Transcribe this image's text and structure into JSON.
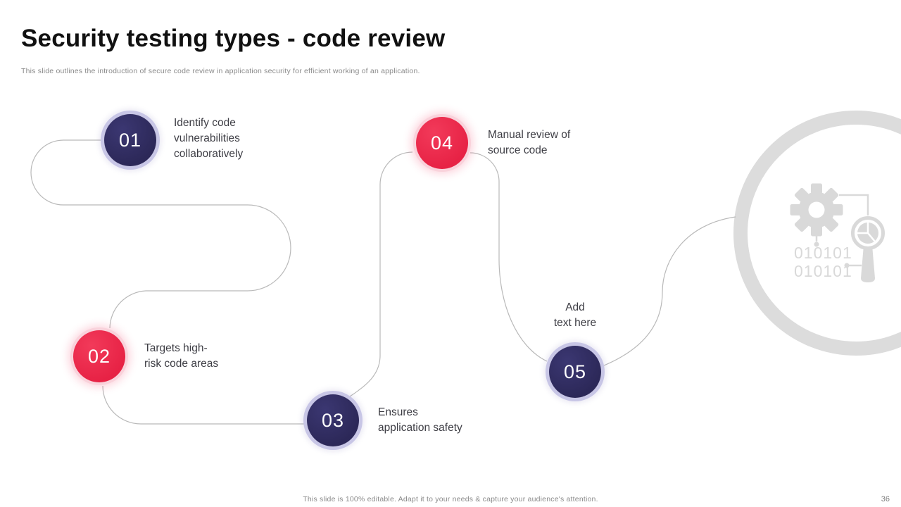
{
  "slide": {
    "title": "Security testing types - code review",
    "subtitle": "This slide outlines the introduction of secure code review in application security for efficient working of an application.",
    "footer": "This slide is 100% editable. Adapt it to your needs & capture your audience's attention.",
    "page_number": "36"
  },
  "steps": [
    {
      "number": "01",
      "label": "Identify code\nvulnerabilities\ncollaboratively",
      "style": "navy"
    },
    {
      "number": "02",
      "label": "Targets high-\nrisk code areas",
      "style": "red"
    },
    {
      "number": "03",
      "label": "Ensures\napplication safety",
      "style": "navy"
    },
    {
      "number": "04",
      "label": "Manual review of\nsource code",
      "style": "red"
    },
    {
      "number": "05",
      "label": "Add\ntext here",
      "style": "navy"
    }
  ],
  "watermark": {
    "binary_line_1": "010101",
    "binary_line_2": "010101"
  },
  "colors": {
    "navy": "#2c2858",
    "navy_ring": "#c8c6e6",
    "red": "#e92446",
    "red_ring": "#f9d2db",
    "path_line": "#b9b9b9",
    "watermark_gray": "#d9d9d9",
    "label_text": "#3d3d44",
    "muted_text": "#8a8a8a",
    "title_text": "#111111"
  }
}
